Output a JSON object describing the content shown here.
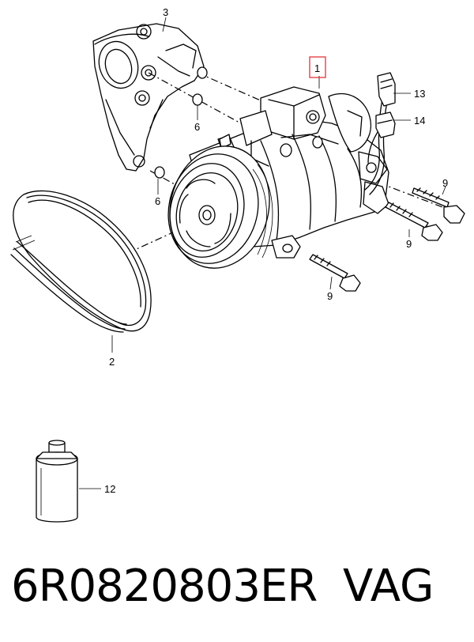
{
  "callouts": {
    "c1": "1",
    "c2": "2",
    "c3": "3",
    "c6a": "6",
    "c6b": "6",
    "c9a": "9",
    "c9b": "9",
    "c9c": "9",
    "c12": "12",
    "c13": "13",
    "c14": "14"
  },
  "highlight_color": "#e3343a",
  "footer": {
    "part_number": "6R0820803ER",
    "brand": "VAG"
  }
}
